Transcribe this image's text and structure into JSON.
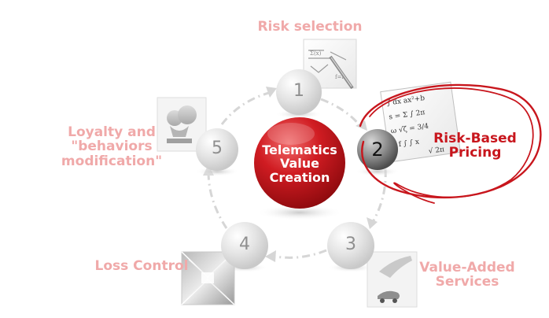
{
  "center": {
    "lines": [
      "Telematics",
      "Value",
      "Creation"
    ]
  },
  "steps": [
    {
      "number": "1",
      "label_lines": [
        "Risk selection"
      ],
      "icon": "formula-notebook-icon",
      "highlighted": false
    },
    {
      "number": "2",
      "label_lines": [
        "Risk-Based",
        "Pricing"
      ],
      "icon": "math-formulas-paper-icon",
      "highlighted": true
    },
    {
      "number": "3",
      "label_lines": [
        "Value-Added",
        "Services"
      ],
      "icon": "hand-and-car-icon",
      "highlighted": false
    },
    {
      "number": "4",
      "label_lines": [
        "Loss Control"
      ],
      "icon": "light-tunnel-icon",
      "highlighted": false
    },
    {
      "number": "5",
      "label_lines": [
        "Loyalty and",
        "\"behaviors",
        "modification\""
      ],
      "icon": "trophy-icon",
      "highlighted": false
    }
  ],
  "colors": {
    "accent": "#c8161d",
    "pale_label": "#f0a9a9",
    "pale_sphere": "#e2e2e2",
    "active_sphere": "#8c8c8c"
  }
}
